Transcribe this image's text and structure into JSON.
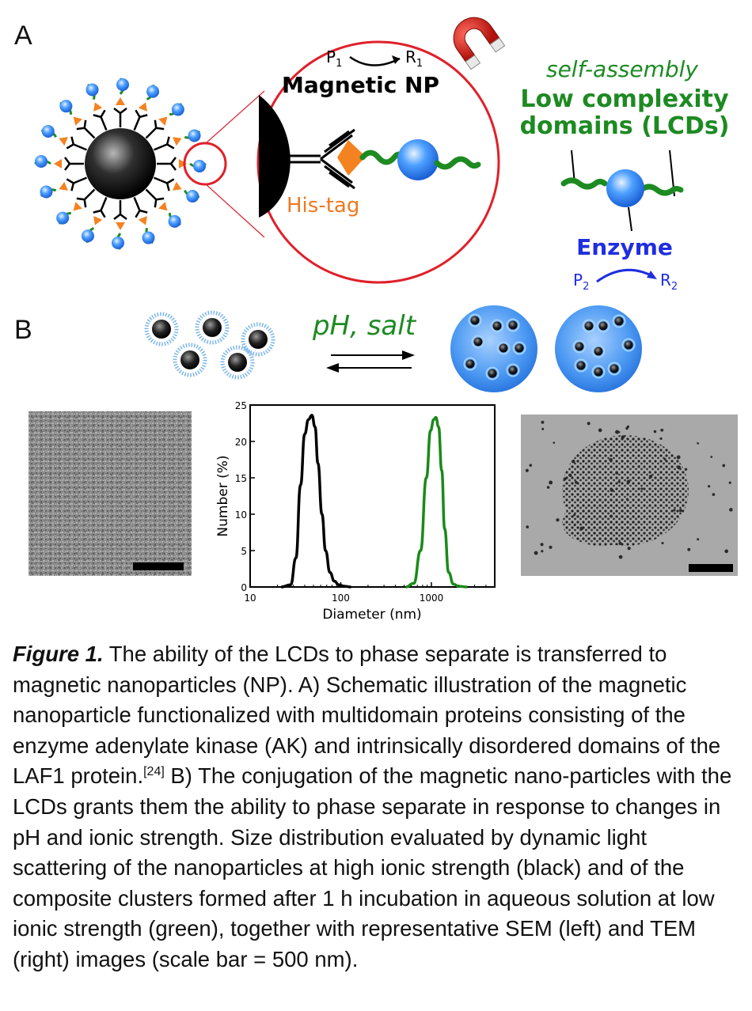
{
  "panel_a": {
    "label": "A",
    "magnetic_np": "Magnetic NP",
    "p1": "P",
    "p1_sub": "1",
    "r1": "R",
    "r1_sub": "1",
    "his_tag": "His-tag",
    "self_assembly": "self-assembly",
    "lcd_line1": "Low complexity",
    "lcd_line2": "domains (LCDs)",
    "enzyme": "Enzyme",
    "p2": "P",
    "p2_sub": "2",
    "r2": "R",
    "r2_sub": "2"
  },
  "panel_b": {
    "label": "B",
    "condition": "pH, salt"
  },
  "chart_data": {
    "type": "line",
    "xlabel": "Diameter (nm)",
    "ylabel": "Number (%)",
    "xscale": "log",
    "xlim": [
      10,
      5000
    ],
    "ylim": [
      0,
      25
    ],
    "xticks": [
      10,
      100,
      1000
    ],
    "yticks": [
      0,
      5,
      10,
      15,
      20,
      25
    ],
    "grid": false,
    "series": [
      {
        "color": "#000000",
        "x": [
          22,
          28,
          32,
          36,
          40,
          44,
          48,
          52,
          56,
          62,
          68,
          76,
          85,
          95,
          110,
          130
        ],
        "y": [
          0,
          0.3,
          4,
          14,
          21,
          23,
          23.6,
          22,
          17,
          10,
          5,
          2,
          0.8,
          0.3,
          0.1,
          0
        ]
      },
      {
        "color": "#1a8a1a",
        "x": [
          520,
          640,
          760,
          880,
          980,
          1060,
          1120,
          1200,
          1300,
          1400,
          1550,
          1750,
          2000,
          2500
        ],
        "y": [
          0,
          0.5,
          5,
          15,
          21.5,
          23,
          23.3,
          22,
          16,
          8,
          2,
          0.4,
          0.1,
          0
        ]
      }
    ]
  },
  "caption": {
    "label": "Figure 1.",
    "text_part1": " The ability of the LCDs to phase separate is transferred to magnetic nanoparticles (NP). A) Schematic illustration of the magnetic nanoparticle functionalized with multidomain proteins consisting of the enzyme adenylate kinase (AK) and intrinsically disordered domains of the LAF1 protein.",
    "ref": "[24]",
    "text_part2": " B) The conjugation of the magnetic nano-particles with the LCDs grants them the ability to phase separate in response to changes in pH and ionic strength. Size distribution evaluated by dynamic light scattering of the nanoparticles at high ionic strength (black) and of the composite clusters formed after 1 h incubation in aqueous solution at low ionic strength (green), together with representative SEM (left) and TEM (right) images (scale bar = 500 nm)."
  }
}
